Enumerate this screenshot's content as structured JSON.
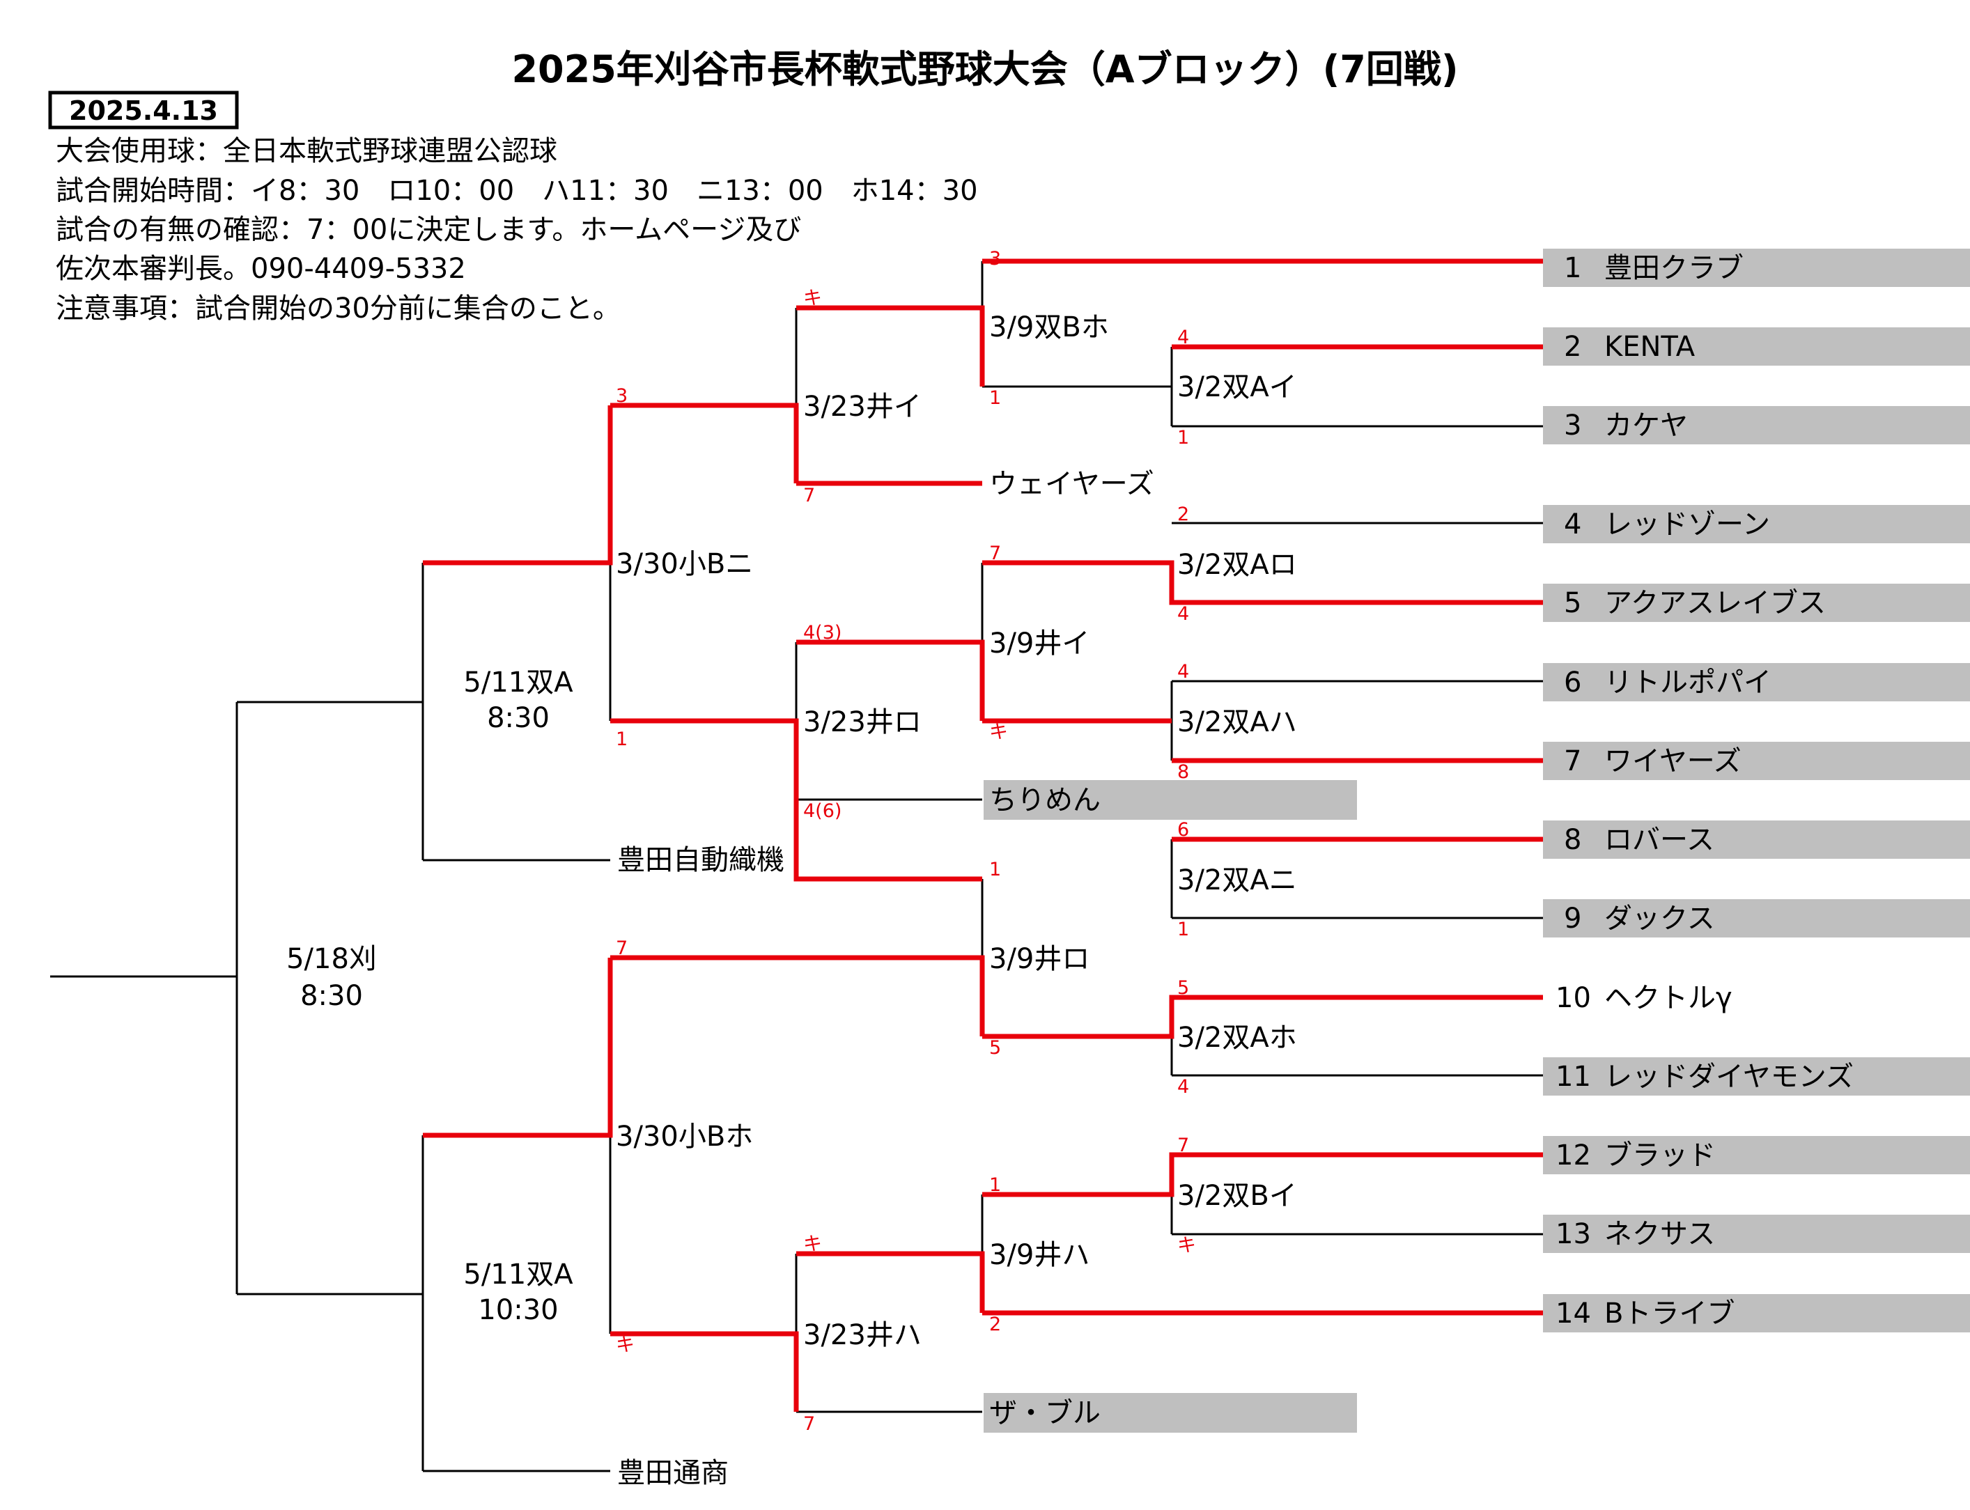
{
  "title": "2025年刈谷市長杯軟式野球大会（Aブロック）(7回戦)",
  "date": "2025.4.13",
  "info": [
    "大会使用球：全日本軟式野球連盟公認球",
    "試合開始時間：イ8：30　ロ10：00　ハ11：30　ニ13：00　ホ14：30",
    "試合の有無の確認：7：00に決定します。ホームページ及び",
    "佐次本審判長。090-4409-5332",
    "注意事項：試合開始の30分前に集合のこと。"
  ],
  "teams": [
    {
      "no": "1",
      "name": "豊田クラブ"
    },
    {
      "no": "2",
      "name": "KENTA"
    },
    {
      "no": "3",
      "name": "カケヤ"
    },
    {
      "no": "4",
      "name": "レッドゾーン"
    },
    {
      "no": "5",
      "name": "アクアスレイブス"
    },
    {
      "no": "6",
      "name": "リトルポパイ"
    },
    {
      "no": "7",
      "name": "ワイヤーズ"
    },
    {
      "no": "8",
      "name": "ロバース"
    },
    {
      "no": "9",
      "name": "ダックス"
    },
    {
      "no": "10",
      "name": "ヘクトルγ"
    },
    {
      "no": "11",
      "name": "レッドダイヤモンズ"
    },
    {
      "no": "12",
      "name": "ブラッド"
    },
    {
      "no": "13",
      "name": "ネクサス"
    },
    {
      "no": "14",
      "name": "Bトライブ"
    }
  ],
  "inner_teams": {
    "waiyazu_hiragana": "ウェイヤーズ",
    "chirimen": "ちりめん",
    "toyota_jido": "豊田自動織機",
    "za_buru": "ザ・ブル",
    "toyota_tsusho": "豊田通商"
  },
  "matches": {
    "r1_a": "3/2双Aイ",
    "r1_b": "3/2双Aロ",
    "r1_c": "3/2双Aハ",
    "r1_d": "3/2双Aニ",
    "r1_e": "3/2双Aホ",
    "r1_f": "3/2双Bイ",
    "r2_a": "3/9双Bホ",
    "r2_b": "3/9井イ",
    "r2_c": "3/9井ロ",
    "r2_d": "3/9井ハ",
    "r3_a": "3/23井イ",
    "r3_b": "3/23井ロ",
    "r3_c": "3/23井ハ",
    "r4_a": "3/30小Bニ",
    "r4_b": "3/30小Bホ",
    "r5_a_date": "5/11双A",
    "r5_a_time": "8:30",
    "r5_b_date": "5/11双A",
    "r5_b_time": "10:30",
    "final_date": "5/18刈",
    "final_time": "8:30"
  },
  "scores": {
    "r1a_top": "4",
    "r1a_bot": "1",
    "r1b_top": "2",
    "r1b_bot": "4",
    "r1c_top": "4",
    "r1c_bot": "8",
    "r1d_top": "6",
    "r1d_bot": "1",
    "r1e_top": "5",
    "r1e_bot": "4",
    "r1f_top": "7",
    "r1f_bot": "キ",
    "r2a_top": "3",
    "r2a_bot": "1",
    "r2b_top": "7",
    "r2b_bot": "キ",
    "r2c_top": "1",
    "r2c_bot": "5",
    "r2d_top": "1",
    "r2d_bot": "2",
    "r3a_top": "キ",
    "r3a_bot": "7",
    "r3b_top": "4(3)",
    "r3b_bot": "4(6)",
    "r3c_top": "キ",
    "r3c_bot": "7",
    "r4a_top": "3",
    "r4a_bot": "1",
    "r4b_top": "7",
    "r4b_bot": "キ"
  },
  "colors": {
    "winner_line": "#e8000b",
    "team_bar": "#bfbfbf",
    "line": "#000000"
  }
}
